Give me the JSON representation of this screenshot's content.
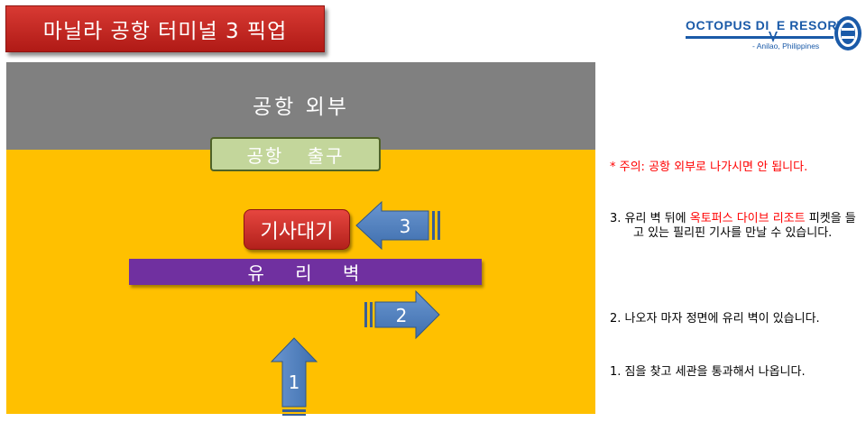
{
  "header": {
    "title": "마닐라 공항 터미널 3 픽업"
  },
  "logo": {
    "name_part1": "OCTOPUS DI",
    "name_part2": "E RESORT",
    "tagline": "- Anilao, Philippines"
  },
  "diagram": {
    "outside_label": "공항 외부",
    "exit_label": "공항 출구",
    "driver_label": "기사대기",
    "wall_label": "유 리 벽",
    "arrows": [
      {
        "number": "1",
        "direction": "up"
      },
      {
        "number": "2",
        "direction": "right"
      },
      {
        "number": "3",
        "direction": "left"
      }
    ]
  },
  "notes": {
    "caution": "* 주의: 공항 외부로 나가시면 안 됩니다.",
    "step3": {
      "prefix": "3. 유리 벽 뒤에 ",
      "highlight": "옥토퍼스 다이브 리조트",
      "suffix": " 피켓을 들고 있는 필리핀 기사를 만날 수 있습니다."
    },
    "step2": "2. 나오자 마자 정면에 유리 벽이 있습니다.",
    "step1": "1. 짐을 찾고 세관을 통과해서 나옵니다."
  },
  "colors": {
    "title_red": "#c0231e",
    "outside_gray": "#808080",
    "floor_yellow": "#ffc000",
    "exit_green": "#c3d69b",
    "wall_purple": "#7030a0",
    "arrow_blue": "#4f81bd",
    "logo_blue": "#1a5aa8",
    "caution_red": "#ff0000"
  }
}
